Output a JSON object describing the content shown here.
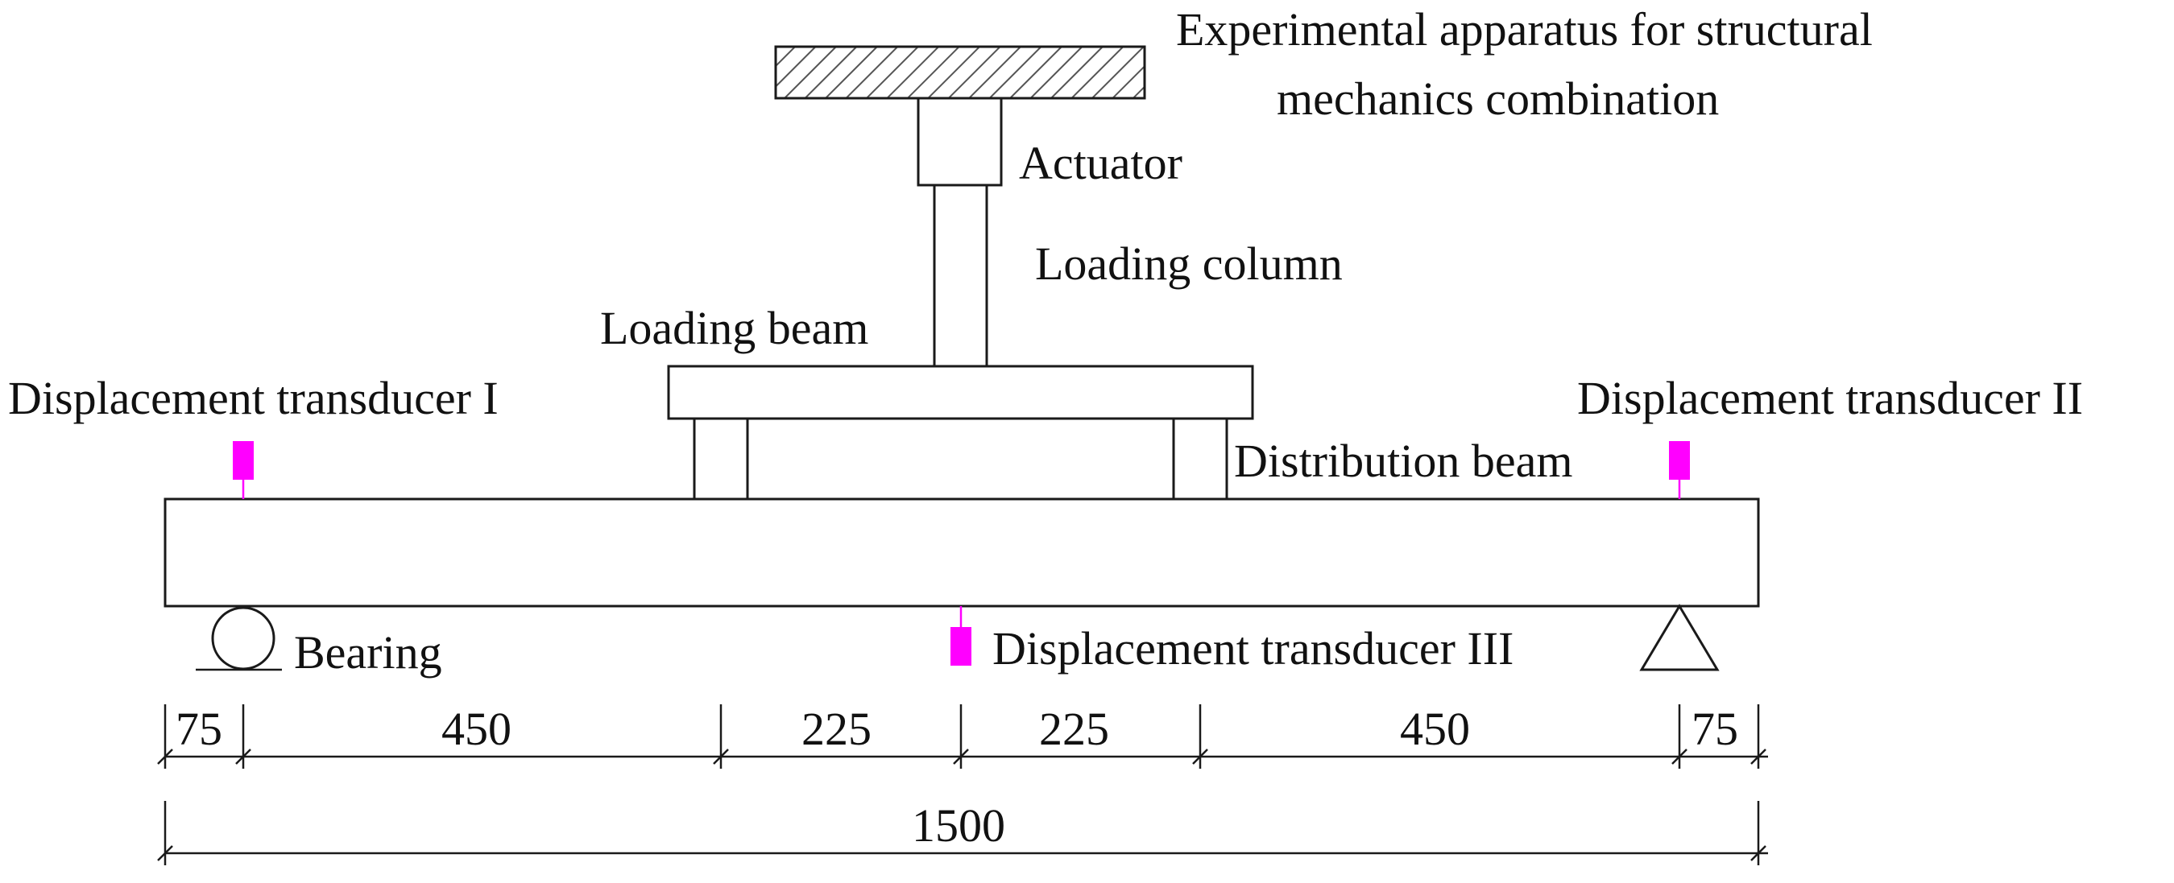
{
  "labels": {
    "apparatus_line1": "Experimental apparatus for structural",
    "apparatus_line2": "mechanics combination",
    "actuator": "Actuator",
    "loading_column": "Loading column",
    "loading_beam": "Loading beam",
    "distribution_beam": "Distribution beam",
    "bearing": "Bearing",
    "transducer_1": "Displacement transducer I",
    "transducer_2": "Displacement transducer II",
    "transducer_3": "Displacement transducer III"
  },
  "dimensions": {
    "segments": [
      "75",
      "450",
      "225",
      "225",
      "450",
      "75"
    ],
    "total": "1500"
  },
  "colors": {
    "transducer": "#ff00ff",
    "line": "#1a1a1a"
  }
}
